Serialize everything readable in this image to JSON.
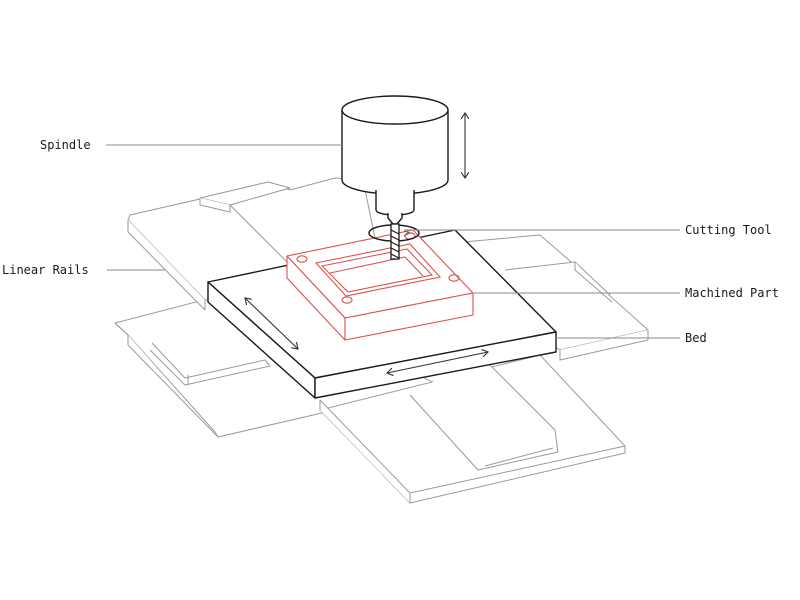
{
  "diagram": {
    "labels": {
      "spindle": "Spindle",
      "cutting_tool": "Cutting Tool",
      "linear_rails": "Linear Rails",
      "machined_part": "Machined Part",
      "bed": "Bed"
    },
    "colors": {
      "ink": "#1a1a1a",
      "rails": "#9a9a9a",
      "part": "#d9534f",
      "leader": "#8a8a8a",
      "background": "#ffffff"
    }
  }
}
